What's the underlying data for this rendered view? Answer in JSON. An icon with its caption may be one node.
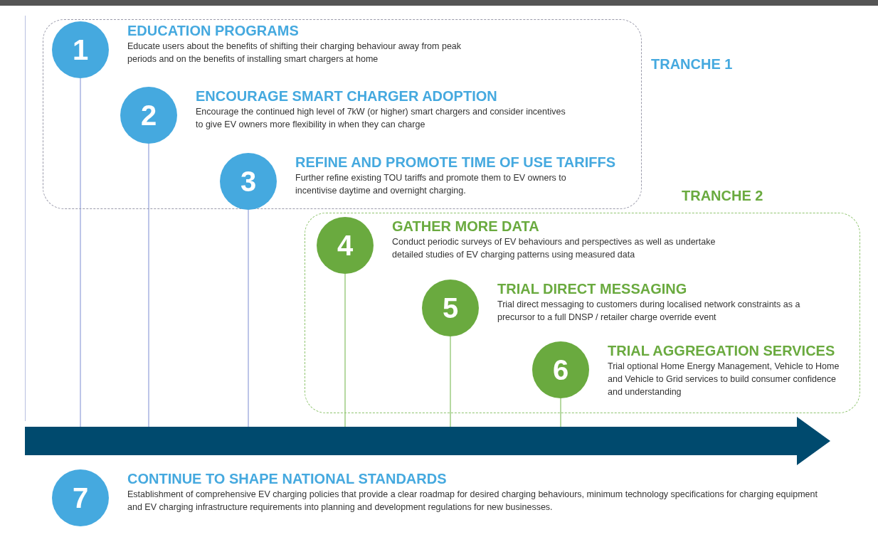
{
  "diagram": {
    "nodes": [
      {
        "text": [
          "TRANCHE 1"
        ]
      },
      {
        "text": [
          "1"
        ],
        "in": 0,
        "beside": [
          "EDUCATION PROGRAMS",
          "Educate users about the benefits of shifting their charging behaviour away from peak periods and on the benefits of installing smart chargers at home"
        ]
      },
      {
        "text": [
          "2"
        ],
        "in": 0,
        "beside": [
          "ENCOURAGE SMART CHARGER ADOPTION",
          "Encourage the continued high level of 7kW (or higher) smart chargers and consider incentives to give EV owners more flexibility in when they can charge"
        ]
      },
      {
        "text": [
          "3"
        ],
        "in": 0,
        "beside": [
          "REFINE AND PROMOTE TIME OF USE TARIFFS",
          "Further refine existing TOU tariffs and promote them to EV owners to incentivise daytime and overnight charging."
        ]
      },
      {
        "text": [
          "TRANCHE 2"
        ]
      },
      {
        "text": [
          "4"
        ],
        "in": 4,
        "beside": [
          "GATHER MORE DATA",
          "Conduct periodic surveys of EV behaviours and perspectives as well as undertake detailed studies of EV charging patterns using measured data"
        ]
      },
      {
        "text": [
          "5"
        ],
        "in": 4,
        "beside": [
          "TRIAL DIRECT MESSAGING",
          "Trial direct messaging to customers during localised network constraints as a precursor to a full DNSP / retailer charge override event"
        ]
      },
      {
        "text": [
          "6"
        ],
        "in": 4,
        "beside": [
          "TRIAL AGGREGATION SERVICES",
          "Trial optional Home Energy Management, Vehicle to Home and Vehicle to Grid services to build consumer confidence and understanding"
        ]
      },
      {
        "text": [],
        "shape": "arrow"
      },
      {
        "text": [
          "7"
        ],
        "beside": [
          "CONTINUE TO SHAPE NATIONAL STANDARDS",
          "Establishment of comprehensive EV charging policies that provide a clear roadmap for desired charging behaviours, minimum technology specifications for charging equipment and EV charging infrastructure requirements into planning and development regulations for new businesses."
        ]
      }
    ],
    "edges": [
      {
        "from": 1,
        "to": 8,
        "arrow": "none",
        "color": "#9aa6dc"
      },
      {
        "from": 2,
        "to": 8,
        "arrow": "none",
        "color": "#9aa6dc"
      },
      {
        "from": 3,
        "to": 8,
        "arrow": "none",
        "color": "#9aa6dc"
      },
      {
        "from": 5,
        "to": 8,
        "arrow": "none",
        "color": "#8fc46f"
      },
      {
        "from": 6,
        "to": 8,
        "arrow": "none",
        "color": "#8fc46f"
      },
      {
        "from": 7,
        "to": 8,
        "arrow": "none",
        "color": "#8fc46f"
      }
    ]
  }
}
